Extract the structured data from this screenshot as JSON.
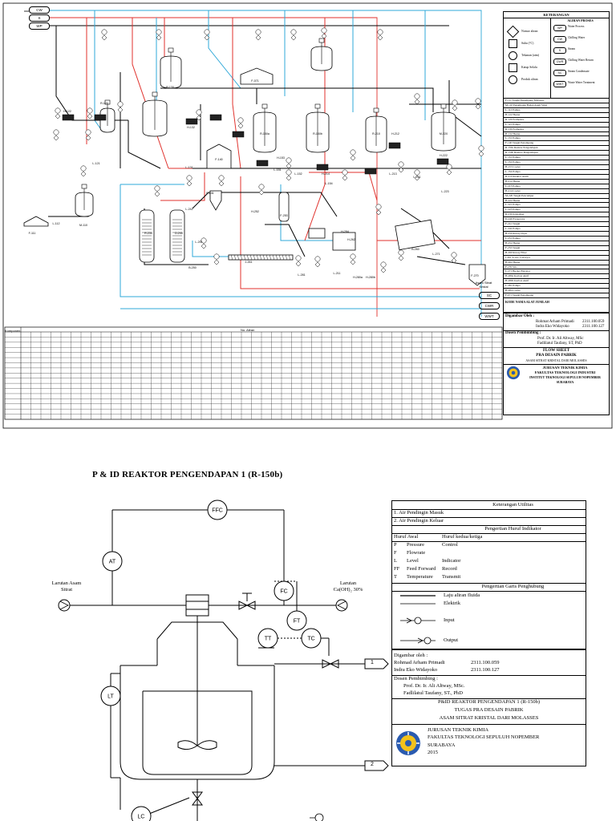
{
  "flowsheet": {
    "utility_lines_top": [
      "CW",
      "S",
      "WP"
    ],
    "utility_lines_bottom": [
      "SC",
      "CWR",
      "WWT"
    ],
    "equipment_tags": [
      "F-111",
      "L-112",
      "M-110",
      "H-122",
      "R-120",
      "L-121",
      "R-130",
      "H-132",
      "L-131",
      "R-150a",
      "R-150b",
      "H-153",
      "L-152",
      "L-151",
      "R-210",
      "H-212",
      "L-213",
      "H-214",
      "M-220",
      "H-222",
      "L-221",
      "L-223",
      "F-140",
      "F-071",
      "L-154",
      "R-230",
      "D-240",
      "F-241",
      "L-242",
      "B-250",
      "L-251",
      "H-252",
      "F-253",
      "B-260",
      "J-261",
      "H-262",
      "L-271",
      "F-270",
      "H-280a",
      "H-280b",
      "L-281",
      "H-284",
      "L-211"
    ],
    "product_label": "Asam Sitrat Kristal",
    "legend": {
      "header": "KETERANGAN",
      "subheader": "ALIRAN PROSES",
      "symbols": [
        "Nomor aliran",
        "Suhu (°C)",
        "Tekanan (atm)",
        "Katup Selalu",
        "Produk aliran"
      ],
      "streams": [
        {
          "code": "WP",
          "label": "Water Process"
        },
        {
          "code": "CW",
          "label": "Chilling Water"
        },
        {
          "code": "S",
          "label": "Steam"
        },
        {
          "code": "CWR",
          "label": "Chilling Water Return"
        },
        {
          "code": "SC",
          "label": "Steam Condensate"
        },
        {
          "code": "WWT",
          "label": "Waste Water Treatment"
        }
      ]
    },
    "equipment_list": [
      "F-111 Tangki Penampung Molasses",
      "M-110 Penampung Bahan Asam Sitrat",
      "L-112 Pompa",
      "H-122 Heater",
      "R-120 Fermentor",
      "L-121 Pompa",
      "R-130 Fermentor",
      "H-132 Heater",
      "L-131 Pompa",
      "F-140 Tangki Penampung",
      "R-150a Reaktor Pengendapan",
      "R-150b Reaktor Pengendapan",
      "L-151 Pompa",
      "L-152 Pompa",
      "H-153 Cooler",
      "L-154 Pompa",
      "R-210 Reaktor Asam",
      "H-212 Heater",
      "L-213 Pompa",
      "H-214 Cooler",
      "M-220 Tangki Pencampur",
      "H-222 Heater",
      "L-221 Pompa",
      "L-223 Pompa",
      "R-230 Kristalizer",
      "D-240 Evaporator",
      "F-241 Tangki",
      "L-242 Pompa",
      "B-250 Rotary Dryer",
      "L-251 Pompa",
      "H-252 Heater",
      "F-253 Tangki",
      "B-260 Rotary Filter",
      "J-261 Screw Conveyor",
      "H-262 Heater",
      "F-270 Silo",
      "L-271 Bucket Elevator",
      "H-280a Karbon Aktif",
      "H-280b Karbon Aktif",
      "L-281 Pompa",
      "H-284 Cooler",
      "F-071 Tangki Penampung"
    ],
    "equipment_list_footer": [
      "KODE",
      "NAMA ALAT",
      "JUMLAH"
    ],
    "designer_label": "Digambar Oleh :",
    "designers": [
      {
        "name": "Rohmat Arham Primadi",
        "nrp": "2311.100.059"
      },
      {
        "name": "Indra Eko Widayoko",
        "nrp": "2311.100.127"
      }
    ],
    "advisor_label": "Dosen Pembimbing :",
    "advisors": [
      "Prof. Dr. Ir. Ali Altway, MSc",
      "Fadlilatul Taufany, ST, PhD"
    ],
    "title_lines": [
      "FLOW SHEET",
      "PRA DESAIN PABRIK",
      "ASAM SITRAT KRISTAL DARI MOLASSES"
    ],
    "institution_lines": [
      "JURUSAN TEKNIK KIMIA",
      "FAKULTAS TEKNOLOGI INDUSTRI",
      "INSTITUT TEKNOLOGI SEPULUH NOPEMBER",
      "SURABAYA"
    ],
    "balance_table_header": [
      "Komponen",
      "No. Aliran"
    ],
    "balance_rows": 17,
    "balance_cols": 48
  },
  "pid": {
    "title": "P & ID REAKTOR PENGENDAPAN 1 (R-150b)",
    "instruments": [
      "FFC",
      "AT",
      "FC",
      "FT",
      "TT",
      "TC",
      "LT",
      "LC"
    ],
    "feed_left": "Larutan Asam Sitrat",
    "feed_right": "Larutan Ca(OH)₂ 30%",
    "outlet_numbers": [
      "1",
      "2"
    ],
    "legend_utilitas": {
      "title": "Keterangan Utilitas",
      "items": [
        "1. Air Pendingin Masuk",
        "2. Air Pendingin Keluar"
      ]
    },
    "legend_huruf": {
      "title": "Pengertian Huruf Indikator",
      "col1": "Huruf Awal",
      "col2": "Huruf kedua/ketiga",
      "rows": [
        {
          "code": "P",
          "first": "Pressure",
          "second": "Control"
        },
        {
          "code": "F",
          "first": "Flowrate",
          "second": ""
        },
        {
          "code": "L",
          "first": "Level",
          "second": "Indicator"
        },
        {
          "code": "FF",
          "first": "Feed Forward",
          "second": "Record"
        },
        {
          "code": "T",
          "first": "Temperature",
          "second": "Transmit"
        }
      ]
    },
    "legend_garis": {
      "title": "Pengertian Garis Penghubung",
      "items": [
        "Laju aliran fluida",
        "Elektrik",
        "Input",
        "Output"
      ]
    },
    "designer_label": "Digambar oleh :",
    "designers": [
      {
        "name": "Rohmad Arham Primadi",
        "nrp": "2311.100.059"
      },
      {
        "name": "Indra Eko Widayoko",
        "nrp": "2311.100.127"
      }
    ],
    "advisor_label": "Dosen Pembimbing :",
    "advisors": [
      "Prof. Dr. Ir. Ali Altway, MSc.",
      "Fadlilatul Taufany, ST., PhD"
    ],
    "title_lines": [
      "P&ID REAKTOR PENGENDAPAN 1 (R-150b)",
      "TUGAS PRA DESAIN PABRIK",
      "ASAM SITRAT KRISTAL DARI MOLASSES"
    ],
    "institution_lines": [
      "JURUSAN TEKNIK KIMIA",
      "FAKULTAS TEKNOLOGI SEPULUH NOPEMBER",
      "SURABAYA",
      "2015"
    ]
  },
  "colors": {
    "red": "#e0322d",
    "blue": "#2fa8d8",
    "black": "#000000"
  }
}
